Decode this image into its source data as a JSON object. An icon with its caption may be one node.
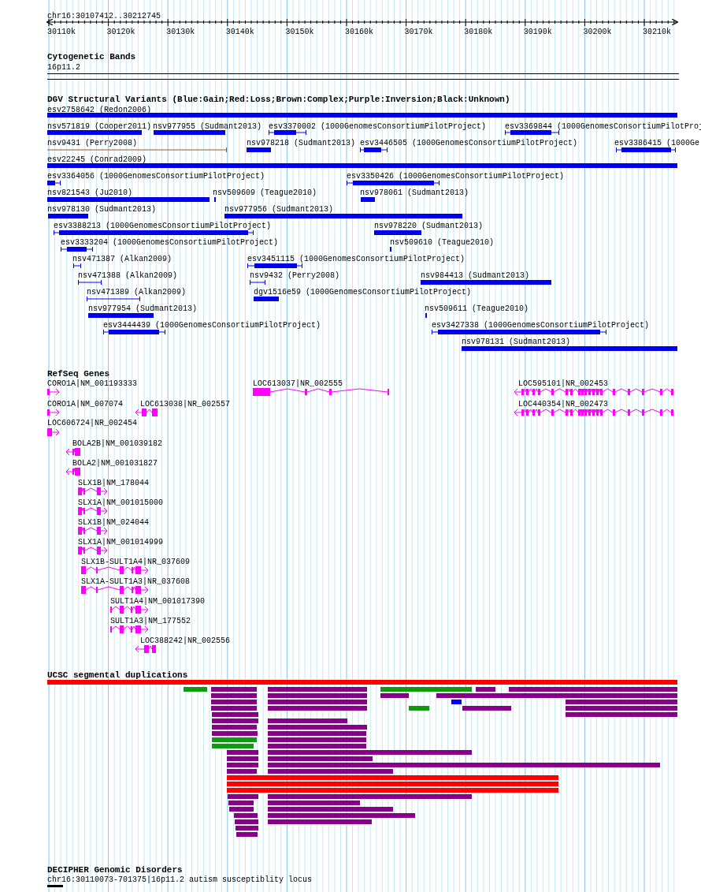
{
  "diagram": {
    "labels": [
      "chr16:30107412..30212745",
      "30110k",
      "30120k",
      "30130k",
      "30140k",
      "30150k",
      "30160k",
      "30170k",
      "30180k",
      "30190k",
      "30200k",
      "30210k",
      "Cytogenetic Bands",
      "16p11.2",
      "DGV Structural Variants (Blue:Gain;Red:Loss;Brown:Complex;Purple:Inversion;Black:Unknown)",
      "esv2758642 (Redon2006)",
      "nsv571819 (Cooper2011)",
      "nsv977955 (Sudmant2013)",
      "esv3370002 (1000GenomesConsortiumPilotProject)",
      "esv3369844 (1000GenomesConsortiumPilotProj",
      "nsv9431 (Perry2008)",
      "nsv978218 (Sudmant2013)",
      "esv3446505 (1000GenomesConsortiumPilotProject)",
      "esv3386415 (1000Ge",
      "esv22245 (Conrad2009)",
      "esv3364056 (1000GenomesConsortiumPilotProject)",
      "esv3350426 (1000GenomesConsortiumPilotProject)",
      "nsv821543 (Ju2010)",
      "nsv509609 (Teague2010)",
      "nsv978061 (Sudmant2013)",
      "nsv978130 (Sudmant2013)",
      "nsv977956 (Sudmant2013)",
      "esv3388213 (1000GenomesConsortiumPilotProject)",
      "nsv978220 (Sudmant2013)",
      "esv3333204 (1000GenomesConsortiumPilotProject)",
      "nsv509610 (Teague2010)",
      "nsv471387 (Alkan2009)",
      "esv3451115 (1000GenomesConsortiumPilotProject)",
      "nsv471388 (Alkan2009)",
      "nsv9432 (Perry2008)",
      "nsv984413 (Sudmant2013)",
      "nsv471389 (Alkan2009)",
      "dgv1516e59 (1000GenomesConsortiumPilotProject)",
      "nsv977954 (Sudmant2013)",
      "nsv509611 (Teague2010)",
      "esv3444439 (1000GenomesConsortiumPilotProject)",
      "esv3427338 (1000GenomesConsortiumPilotProject)",
      "nsv978131 (Sudmant2013)",
      "RefSeq Genes",
      "CORO1A|NM_001193333",
      "LOC613037|NR_002555",
      "LOC595101|NR_002453",
      "CORO1A|NM_007074",
      "LOC613038|NR_002557",
      "LOC440354|NR_002473",
      "LOC606724|NR_002454",
      "BOLA2B|NM_001039182",
      "BOLA2|NM_001031827",
      "SLX1B|NM_178044",
      "SLX1A|NM_001015000",
      "SLX1B|NM_024044",
      "SLX1A|NM_001014999",
      "SLX1B-SULT1A4|NR_037609",
      "SLX1A-SULT1A3|NR_037608",
      "SULT1A4|NM_001017390",
      "SULT1A3|NM_177552",
      "LOC388242|NR_002556",
      "UCSC segmental duplications",
      "DECIPHER Genomic Disorders",
      "chr16:30110073-701375|16p11.2 autism susceptiblity locus"
    ]
  }
}
